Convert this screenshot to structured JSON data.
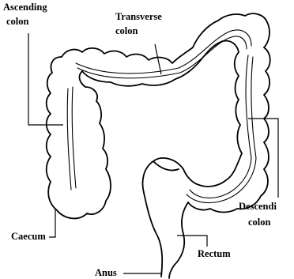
{
  "labels": {
    "ascending_colon_line1": "Ascending",
    "ascending_colon_line2": "colon",
    "transverse_colon_line1": "Transverse",
    "transverse_colon_line2": "colon",
    "descending_colon_line1": "Descendi",
    "descending_colon_line2": "colon",
    "caecum": "Caecum",
    "rectum": "Rectum",
    "anus": "Anus"
  }
}
